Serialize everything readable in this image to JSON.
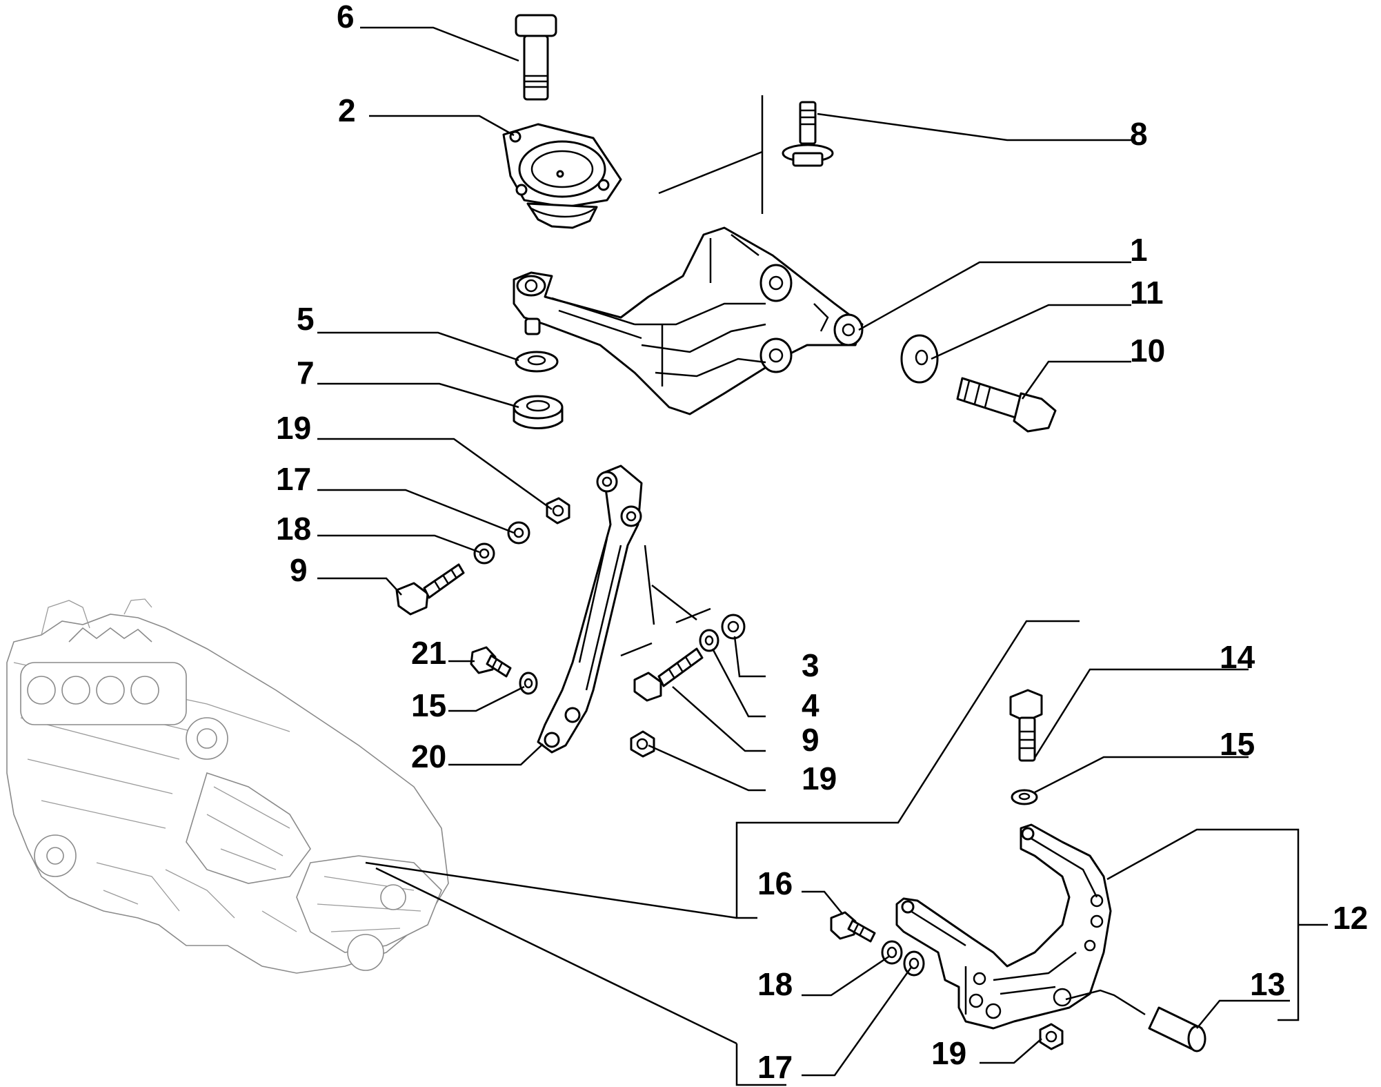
{
  "labels": {
    "l6": "6",
    "l2": "2",
    "l8": "8",
    "l1": "1",
    "l11": "11",
    "l10": "10",
    "l5": "5",
    "l7": "7",
    "l19a": "19",
    "l17a": "17",
    "l18a": "18",
    "l9a": "9",
    "l21": "21",
    "l15a": "15",
    "l20": "20",
    "l3": "3",
    "l4": "4",
    "l9b": "9",
    "l19b": "19",
    "l14": "14",
    "l15b": "15",
    "l12": "12",
    "l16": "16",
    "l18b": "18",
    "l13": "13",
    "l17b": "17",
    "l19c": "19"
  },
  "colors": {
    "ink": "#000000",
    "engine_line": "#8a8a8a",
    "background": "#ffffff"
  }
}
